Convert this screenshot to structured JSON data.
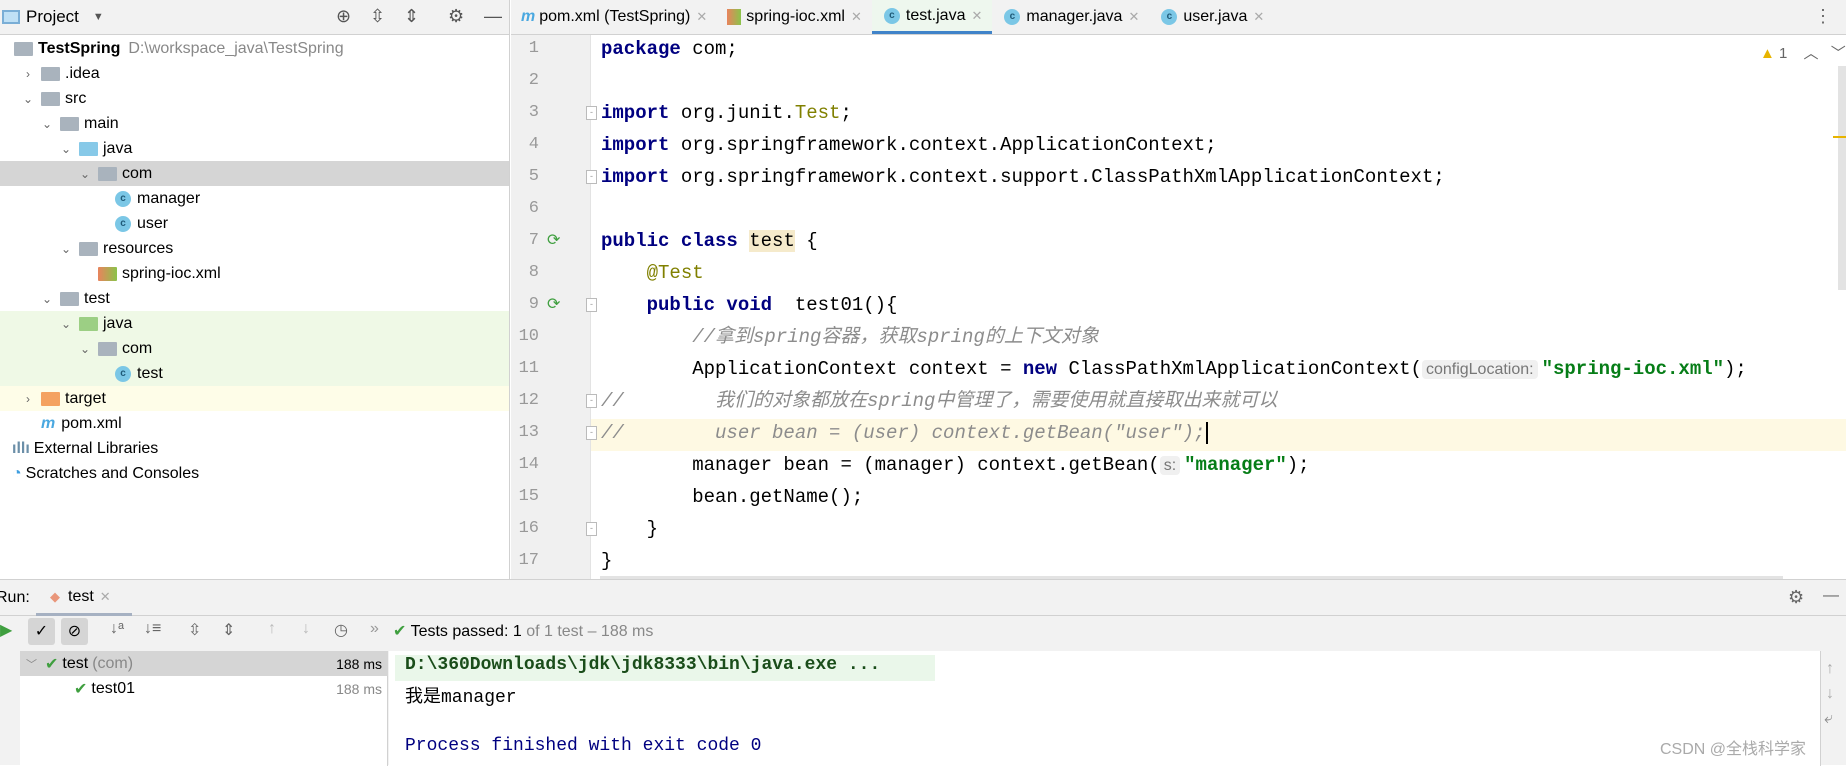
{
  "project_panel": {
    "title": "Project",
    "root_name": "TestSpring",
    "root_path": "D:\\workspace_java\\TestSpring",
    "items": [
      {
        "label": ".idea",
        "level": 1,
        "icon": "folder",
        "chev": "right"
      },
      {
        "label": "src",
        "level": 1,
        "icon": "folder",
        "chev": "down"
      },
      {
        "label": "main",
        "level": 2,
        "icon": "folder",
        "chev": "down"
      },
      {
        "label": "java",
        "level": 3,
        "icon": "source-folder",
        "chev": "down"
      },
      {
        "label": "com",
        "level": 4,
        "icon": "package",
        "chev": "down",
        "bg": "#d5d5d5"
      },
      {
        "label": "manager",
        "level": 5,
        "icon": "class"
      },
      {
        "label": "user",
        "level": 5,
        "icon": "class"
      },
      {
        "label": "resources",
        "level": 3,
        "icon": "resources-folder",
        "chev": "down"
      },
      {
        "label": "spring-ioc.xml",
        "level": 4,
        "icon": "spring-xml"
      },
      {
        "label": "test",
        "level": 2,
        "icon": "folder",
        "chev": "down"
      },
      {
        "label": "java",
        "level": 3,
        "icon": "test-folder",
        "chev": "down",
        "bg": "#eff9e6"
      },
      {
        "label": "com",
        "level": 4,
        "icon": "package",
        "chev": "down",
        "bg": "#eff9e6"
      },
      {
        "label": "test",
        "level": 5,
        "icon": "test-class",
        "bg": "#eff9e6"
      },
      {
        "label": "target",
        "level": 1,
        "icon": "excluded-folder",
        "chev": "right",
        "bg": "#fefde8"
      },
      {
        "label": "pom.xml",
        "level": 1,
        "icon": "maven"
      },
      {
        "label": "External Libraries",
        "level": 0,
        "icon": "libraries"
      },
      {
        "label": "Scratches and Consoles",
        "level": 0,
        "icon": "scratches"
      }
    ]
  },
  "tabs": [
    {
      "label": "pom.xml (TestSpring)",
      "icon": "maven"
    },
    {
      "label": "spring-ioc.xml",
      "icon": "spring-xml"
    },
    {
      "label": "test.java",
      "icon": "test-class",
      "active": true
    },
    {
      "label": "manager.java",
      "icon": "class"
    },
    {
      "label": "user.java",
      "icon": "class"
    }
  ],
  "editor": {
    "warnings": "1",
    "current_line": 13,
    "run_gutter_lines": [
      7,
      9
    ],
    "fold_lines": [
      3,
      5,
      9,
      12,
      13,
      16
    ],
    "lines": [
      [
        {
          "t": "package",
          "c": "kw"
        },
        {
          "t": " com;"
        }
      ],
      [],
      [
        {
          "t": "import",
          "c": "kw"
        },
        {
          "t": " org.junit."
        },
        {
          "t": "Test",
          "c": "ann"
        },
        {
          "t": ";"
        }
      ],
      [
        {
          "t": "import",
          "c": "kw"
        },
        {
          "t": " org.springframework.context.ApplicationContext;"
        }
      ],
      [
        {
          "t": "import",
          "c": "kw"
        },
        {
          "t": " org.springframework.context.support.ClassPathXmlApplicationContext;"
        }
      ],
      [],
      [
        {
          "t": "public class",
          "c": "kw"
        },
        {
          "t": " "
        },
        {
          "t": "test",
          "c": "hl"
        },
        {
          "t": " {"
        }
      ],
      [
        {
          "t": "    "
        },
        {
          "t": "@Test",
          "c": "ann"
        }
      ],
      [
        {
          "t": "    "
        },
        {
          "t": "public void",
          "c": "kw"
        },
        {
          "t": "  test01(){"
        }
      ],
      [
        {
          "t": "        "
        },
        {
          "t": "//拿到spring容器，获取spring的上下文对象",
          "c": "cmt"
        }
      ],
      [
        {
          "t": "        ApplicationContext context = "
        },
        {
          "t": "new",
          "c": "kw"
        },
        {
          "t": " ClassPathXmlApplicationContext("
        },
        {
          "t": "configLocation:",
          "c": "hint"
        },
        {
          "t": "\"spring-ioc.xml\"",
          "c": "str"
        },
        {
          "t": ");"
        }
      ],
      [
        {
          "t": "//        我们的对象都放在spring中管理了，需要使用就直接取出来就可以",
          "c": "cmt"
        }
      ],
      [
        {
          "t": "//        user bean = (user) context.getBean(\"user\");",
          "c": "cmt"
        }
      ],
      [
        {
          "t": "        manager bean = (manager) context.getBean("
        },
        {
          "t": "s:",
          "c": "hint"
        },
        {
          "t": "\"manager\"",
          "c": "str"
        },
        {
          "t": ");"
        }
      ],
      [
        {
          "t": "        bean.getName();"
        }
      ],
      [
        {
          "t": "    }"
        }
      ],
      [
        {
          "t": "}"
        }
      ]
    ]
  },
  "run_panel": {
    "label": "Run:",
    "tab": "test",
    "status_prefix": "Tests passed:",
    "status_count": "1",
    "status_rest": "of 1 test – 188 ms",
    "tree": [
      {
        "label": "test",
        "pkg": "(com)",
        "time": "188 ms"
      },
      {
        "label": "test01",
        "time": "188 ms"
      }
    ],
    "console": [
      "D:\\360Downloads\\jdk\\jdk8333\\bin\\java.exe ...",
      "我是manager",
      "",
      "Process finished with exit code 0"
    ]
  },
  "watermark": "CSDN @全栈科学家"
}
